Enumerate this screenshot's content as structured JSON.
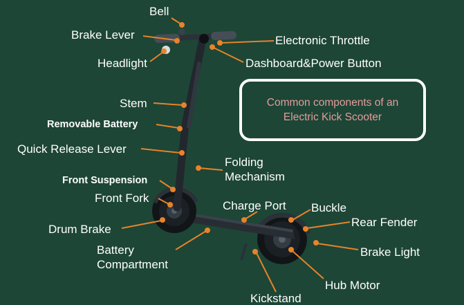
{
  "colors": {
    "background": "#1d4636",
    "accent": "#e8832a",
    "label_text": "#ffffff",
    "title_text": "#e59c9c",
    "title_border": "#ffffff"
  },
  "title_box": {
    "line1": "Common components of an",
    "line2": "Electric Kick Scooter"
  },
  "labels": [
    {
      "id": "bell",
      "text": "Bell"
    },
    {
      "id": "brake-lever",
      "text": "Brake Lever"
    },
    {
      "id": "electronic-throttle",
      "text": "Electronic Throttle"
    },
    {
      "id": "headlight",
      "text": "Headlight"
    },
    {
      "id": "dashboard-power-button",
      "text": "Dashboard&Power Button"
    },
    {
      "id": "stem",
      "text": "Stem"
    },
    {
      "id": "removable-battery",
      "text": "Removable Battery"
    },
    {
      "id": "quick-release-lever",
      "text": "Quick Release Lever"
    },
    {
      "id": "folding-mechanism",
      "text": "Folding Mechanism"
    },
    {
      "id": "front-suspension",
      "text": "Front Suspension"
    },
    {
      "id": "front-fork",
      "text": "Front Fork"
    },
    {
      "id": "charge-port",
      "text": "Charge Port"
    },
    {
      "id": "buckle",
      "text": "Buckle"
    },
    {
      "id": "rear-fender",
      "text": "Rear Fender"
    },
    {
      "id": "drum-brake",
      "text": "Drum Brake"
    },
    {
      "id": "brake-light",
      "text": "Brake Light"
    },
    {
      "id": "battery-compartment",
      "text": "Battery Compartment"
    },
    {
      "id": "hub-motor",
      "text": "Hub Motor"
    },
    {
      "id": "kickstand",
      "text": "Kickstand"
    }
  ]
}
